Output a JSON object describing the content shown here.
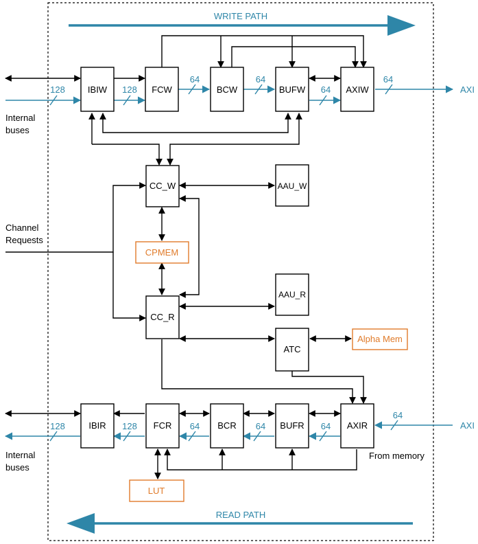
{
  "diagram": {
    "write_path": "WRITE PATH",
    "read_path": "READ PATH",
    "axi_top": "AXI",
    "axi_bottom": "AXI",
    "internal_buses_top": [
      "Internal",
      "buses"
    ],
    "internal_buses_bottom": [
      "Internal",
      "buses"
    ],
    "channel_requests": [
      "Channel",
      "Requests"
    ],
    "from_memory": "From memory",
    "blocks": {
      "ibiw": "IBIW",
      "fcw": "FCW",
      "bcw": "BCW",
      "bufw": "BUFW",
      "axiw": "AXIW",
      "cc_w": "CC_W",
      "aau_w": "AAU_W",
      "cpmem": "CPMEM",
      "aau_r": "AAU_R",
      "cc_r": "CC_R",
      "atc": "ATC",
      "alpha_mem": "Alpha Mem",
      "ibir": "IBIR",
      "fcr": "FCR",
      "bcr": "BCR",
      "bufr": "BUFR",
      "axir": "AXIR",
      "lut": "LUT"
    },
    "bus_widths": {
      "w_in": "128",
      "w_ibiw_fcw": "128",
      "w_fcw_bcw": "64",
      "w_bcw_bufw": "64",
      "w_bufw_axiw": "64",
      "w_axiw_out": "64",
      "r_in": "64",
      "r_axir_bufr": "64",
      "r_bufr_bcr": "64",
      "r_bcr_fcr": "64",
      "r_fcr_ibir": "128",
      "r_out": "128"
    },
    "colors": {
      "teal": "#2e86a8",
      "orange": "#e07b2a",
      "black": "#000000"
    }
  }
}
